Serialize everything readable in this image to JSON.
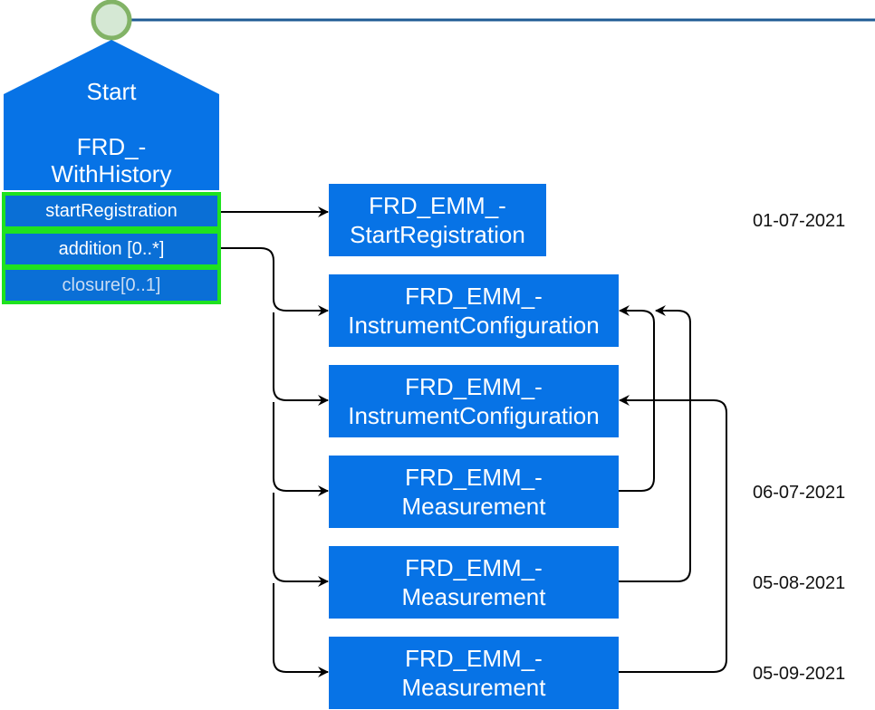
{
  "start": {
    "label": "Start",
    "subtitle_line1": "FRD_-",
    "subtitle_line2": "WithHistory",
    "ports": [
      {
        "label": "startRegistration"
      },
      {
        "label": "addition [0..*]"
      },
      {
        "label": "closure[0..1]"
      }
    ]
  },
  "nodes": [
    {
      "line1": "FRD_EMM_-",
      "line2": "StartRegistration"
    },
    {
      "line1": "FRD_EMM_-",
      "line2": "InstrumentConfiguration"
    },
    {
      "line1": "FRD_EMM_-",
      "line2": "InstrumentConfiguration"
    },
    {
      "line1": "FRD_EMM_-",
      "line2": "Measurement"
    },
    {
      "line1": "FRD_EMM_-",
      "line2": "Measurement"
    },
    {
      "line1": "FRD_EMM_-",
      "line2": "Measurement"
    }
  ],
  "dates": [
    "01-07-2021",
    "06-07-2021",
    "05-08-2021",
    "05-09-2021"
  ],
  "colors": {
    "node_fill": "#0773e6",
    "port_border": "#1fe21f",
    "timeline": "#1f5b94",
    "start_circle_fill": "#d5e8d4",
    "start_circle_stroke": "#82b366"
  }
}
